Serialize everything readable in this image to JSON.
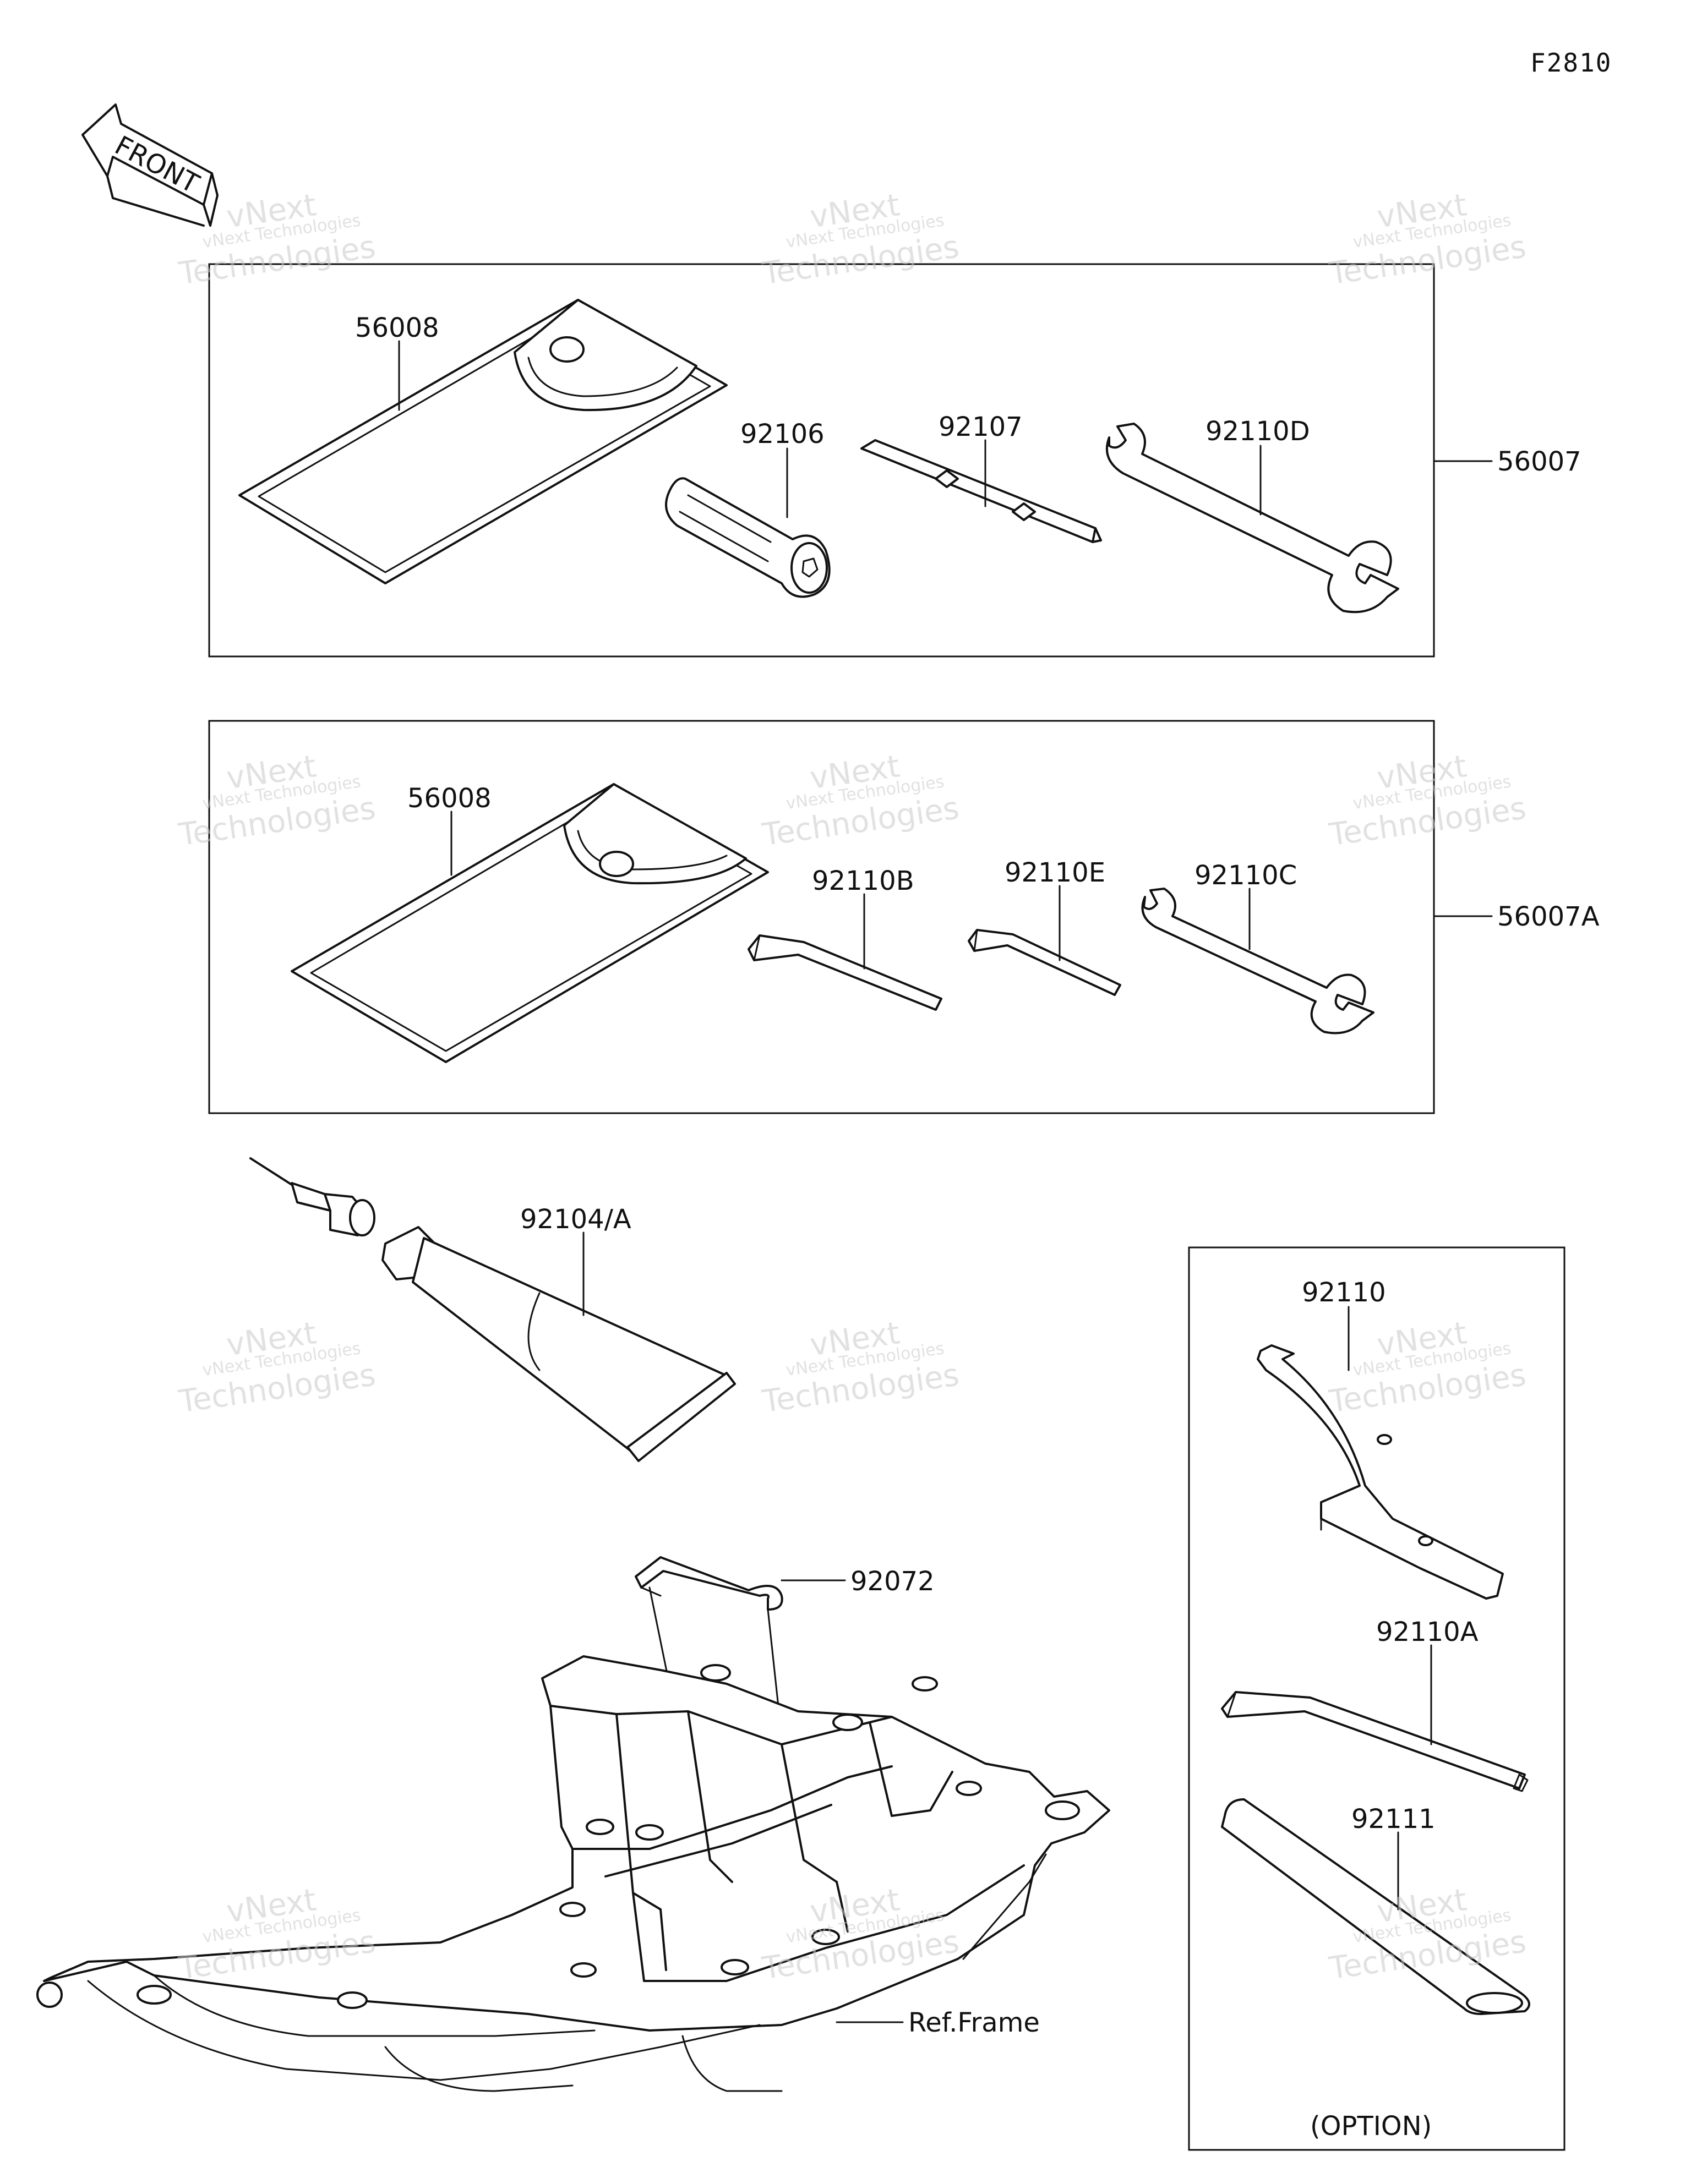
{
  "diagram_code": "F2810",
  "front_label": "FRONT",
  "watermark": {
    "line1": "vNext Technologies",
    "line2": "vNext",
    "line3": "Technologies"
  },
  "parts": {
    "p56007": "56007",
    "p56007A": "56007A",
    "p56008_a": "56008",
    "p56008_b": "56008",
    "p92106": "92106",
    "p92107": "92107",
    "p92110D": "92110D",
    "p92110B": "92110B",
    "p92110E": "92110E",
    "p92110C": "92110C",
    "p92104A": "92104/A",
    "p92072": "92072",
    "p92110": "92110",
    "p92110A": "92110A",
    "p92111": "92111",
    "ref_frame": "Ref.Frame",
    "option": "(OPTION)"
  }
}
